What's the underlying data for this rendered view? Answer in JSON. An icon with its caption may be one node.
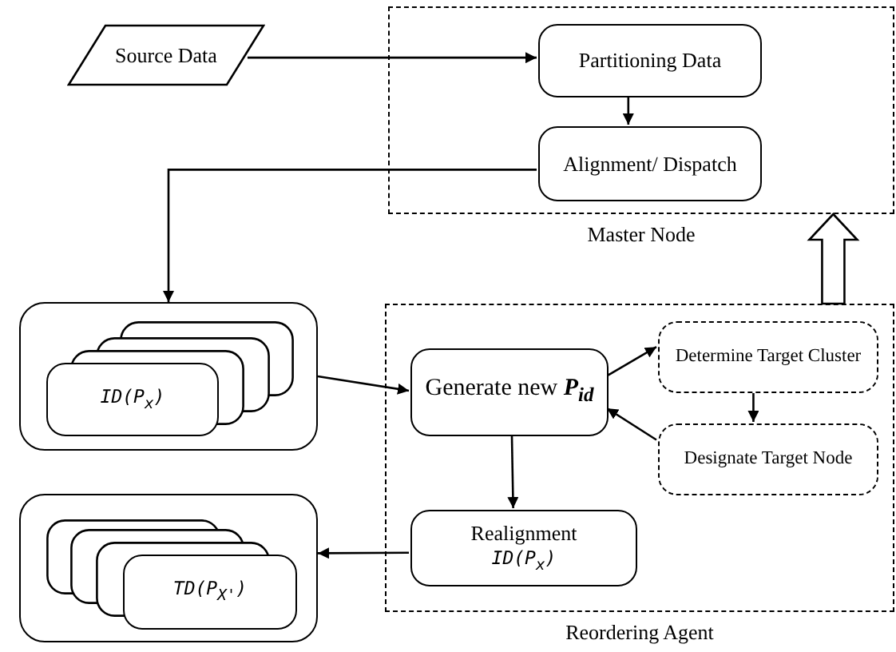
{
  "diagram": {
    "nodes": [
      {
        "text": [
          "Source Data"
        ]
      },
      {
        "text": [
          "Master Node"
        ]
      },
      {
        "text": [
          "Partitioning Data"
        ],
        "in": 1
      },
      {
        "text": [
          "Alignment/ Dispatch"
        ],
        "in": 1
      },
      {
        "text": [
          "Reordering Agent"
        ]
      },
      {
        "text": [],
        "shape": "box"
      },
      {
        "text": [
          "ID(P$_{x}$)"
        ],
        "in": 5
      },
      {
        "text": [
          "Generate new **P**$_{id}$"
        ],
        "in": 4
      },
      {
        "text": [
          "Determine Target Cluster"
        ],
        "in": 4
      },
      {
        "text": [
          "Designate Target Node"
        ],
        "in": 4
      },
      {
        "text": [
          "Realignment",
          "ID(P$_{x}$)"
        ],
        "in": 4
      },
      {
        "text": [],
        "shape": "box"
      },
      {
        "text": [
          "TD(P$_{X'}$)"
        ],
        "in": 11
      }
    ],
    "edges": [
      {
        "from": 0,
        "to": 2,
        "arrow": "to"
      },
      {
        "from": 2,
        "to": 3,
        "arrow": "to"
      },
      {
        "from": 3,
        "to": 5,
        "arrow": "to"
      },
      {
        "from": 5,
        "to": 7,
        "arrow": "to"
      },
      {
        "from": 7,
        "to": 8,
        "arrow": "to"
      },
      {
        "from": 8,
        "to": 9,
        "arrow": "to"
      },
      {
        "from": 9,
        "to": 7,
        "arrow": "to"
      },
      {
        "from": 7,
        "to": 10,
        "arrow": "to"
      },
      {
        "from": 10,
        "to": 11,
        "arrow": "to"
      },
      {
        "from": 4,
        "to": 1,
        "arrow": "to",
        "style": "thick"
      }
    ]
  }
}
